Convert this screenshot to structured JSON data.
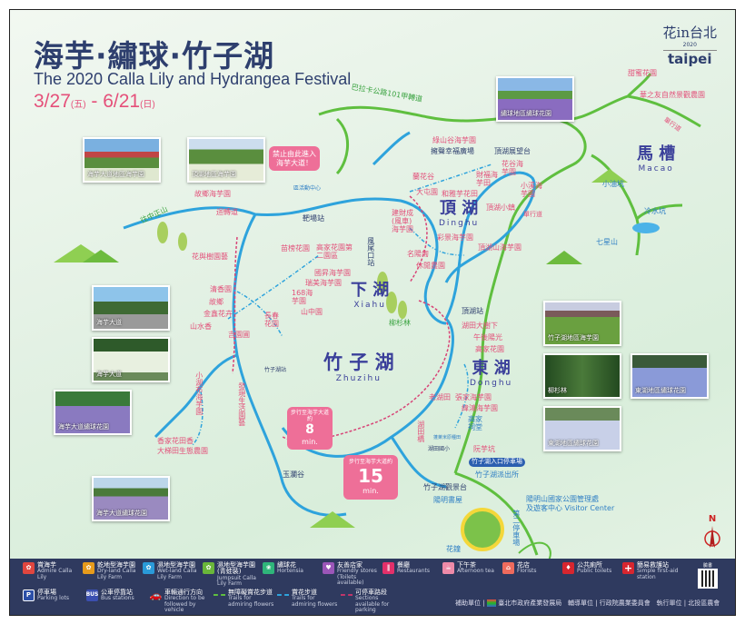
{
  "header": {
    "title": "海芋·繡球·竹子湖",
    "subtitle": "The 2020 Calla Lily and Hydrangea Festival",
    "date_start": "3/27",
    "date_start_day": "(五)",
    "date_sep": " - ",
    "date_end": "6/21",
    "date_end_day": "(日)"
  },
  "logo": {
    "text_cn": "花in台北",
    "year": "2020",
    "text_en": "taipei"
  },
  "areas": {
    "xiahu_cn": "下 湖",
    "xiahu_en": "Xiahu",
    "dinghu_cn": "頂 湖",
    "dinghu_en": "Dinghu",
    "zhuzihu_cn": "竹 子 湖",
    "zhuzihu_en": "Zhuzihu",
    "donghu_cn": "東 湖",
    "donghu_en": "Donghu",
    "macao_cn": "馬 槽",
    "macao_en": "Macao"
  },
  "callouts": {
    "no_entry": "禁止由此進入海芋大道！",
    "walk8_text": "步行至海芋大道約",
    "walk8_num": "8",
    "walk8_unit": "min.",
    "walk15_text": "步行至海芋大道約",
    "walk15_num": "15",
    "walk15_unit": "min."
  },
  "labels": [
    "故鄉海芋園",
    "迴轉道",
    "區活動中心",
    "靶場站",
    "苗榜花園",
    "高家花園第二園區",
    "國昇海芋園",
    "瑞美海芋園",
    "168海芋園",
    "山中園",
    "長春花園",
    "清香園",
    "故鄉",
    "金鑫花卉",
    "山水香",
    "吉園圃",
    "花與樹園藝",
    "風尾口站",
    "竹子湖站",
    "小湖布海芋園",
    "發現生活園藝",
    "香家花田香",
    "大梯田生態農園",
    "玉瀾谷",
    "往中正山",
    "巴拉卡公路101甲轉道",
    "綠山谷海芋園",
    "擁聲幸福廣場",
    "頂湖展望台",
    "花谷海芋園",
    "財福海芋田",
    "小溪海芋園",
    "蘭花谷",
    "大屯園",
    "和雅芋花田",
    "頂湖小鎮",
    "建財成(風車)海芋園",
    "彩景海芋園",
    "頂湖山海芋園",
    "名陽匍",
    "休閒農園",
    "單行道",
    "甜蜜花園",
    "華之友自然景觀農園",
    "單行道",
    "小油坑",
    "冷水坑",
    "七星山",
    "柳杉林",
    "頂湖站",
    "湖田大樹下",
    "午後陽光",
    "高家花園",
    "老湖田",
    "張家海芋園",
    "緯鴻海芋園",
    "高家祠堂",
    "湖田橋",
    "湖田國小",
    "阮芋坑",
    "竹子湖入口停車場",
    "竹子湖派出所",
    "竹子湖觀景台",
    "陽明書屋",
    "花鐘",
    "第二停車場",
    "陽明山國家公園管理處",
    "及遊客中心 Visitor Center",
    "蓬萊米原種田"
  ],
  "photos": [
    "海芋大道地區海芋園",
    "頂湖地區海芋園",
    "繡球地區繡球花園",
    "海芋大道",
    "海芋大道",
    "海芋大道繡球花園",
    "海芋大道繡球花園",
    "竹子湖地區海芋園",
    "柳杉林",
    "東湖地區繡球花園",
    "東湖地區繡球花園"
  ],
  "legend": {
    "items": [
      {
        "cn": "賞海芋",
        "en": "Admire Calla Lily",
        "icon": "calla-icon",
        "color": "#e0463f"
      },
      {
        "cn": "乾地型海芋園",
        "en": "Dry-land Calla Lily Farm",
        "icon": "dry-farm-icon",
        "color": "#e69b1c"
      },
      {
        "cn": "濕地型海芋園",
        "en": "Wet-land Calla Lily Farm",
        "icon": "wet-farm-icon",
        "color": "#2a9ad9"
      },
      {
        "cn": "濕地型海芋園(青蛙裝)",
        "en": "Jumpsuit Calla Lily Farm",
        "icon": "jumpsuit-icon",
        "color": "#6ab73a"
      },
      {
        "cn": "繡球花",
        "en": "Hortensia",
        "icon": "hydrangea-icon",
        "color": "#2fb57a"
      },
      {
        "cn": "友善店家",
        "en": "Friendly stores (Toilets available)",
        "icon": "heart-icon",
        "color": "#9b56b8"
      },
      {
        "cn": "停車場",
        "en": "Parking lots",
        "icon": "parking-icon",
        "color": "#2c4fa8"
      },
      {
        "cn": "公車停靠站",
        "en": "Bus stations",
        "icon": "bus-icon",
        "color": "#3b4fb0"
      },
      {
        "cn": "車輛通行方向",
        "en": "Direction to be followed by vehicle",
        "icon": "car-icon",
        "color": "#e4507a"
      },
      {
        "cn": "無障礙賞花步道",
        "en": "Trails for admiring flowers",
        "icon": "accessible-trail-line",
        "color": "#5fbf3f"
      },
      {
        "cn": "賞花步道",
        "en": "Trails for admiring flowers",
        "icon": "trail-line",
        "color": "#2ea3dc"
      },
      {
        "cn": "可停車路段",
        "en": "Sections available for parking",
        "icon": "parking-line",
        "color": "#c0356a"
      },
      {
        "cn": "餐廳",
        "en": "Restaurants",
        "icon": "restaurant-icon",
        "color": "#e3306a"
      },
      {
        "cn": "下午茶",
        "en": "Afternoon tea",
        "icon": "tea-icon",
        "color": "#ee8aa8"
      },
      {
        "cn": "花店",
        "en": "Florists",
        "icon": "florist-icon",
        "color": "#ef6b5d"
      },
      {
        "cn": "公共廁所",
        "en": "Public toilets",
        "icon": "toilet-icon",
        "color": "#d7262f"
      },
      {
        "cn": "簡易救護站",
        "en": "Simple first-aid station",
        "icon": "first-aid-icon",
        "color": "#d7262f"
      }
    ],
    "qr_label": "臉書",
    "sponsors": {
      "s1_label": "補助單位",
      "s1": "臺北市政府產業發展局",
      "s2_label": "輔導單位",
      "s2": "行政院農業委員會",
      "s3_label": "執行單位",
      "s3": "北投區農會"
    }
  },
  "compass": "N",
  "colors": {
    "navy": "#2e3f6e",
    "pink": "#e5507a",
    "river": "#2ea3dc",
    "road": "#5fbf3f",
    "legend_bg": "#2f3a5f"
  }
}
